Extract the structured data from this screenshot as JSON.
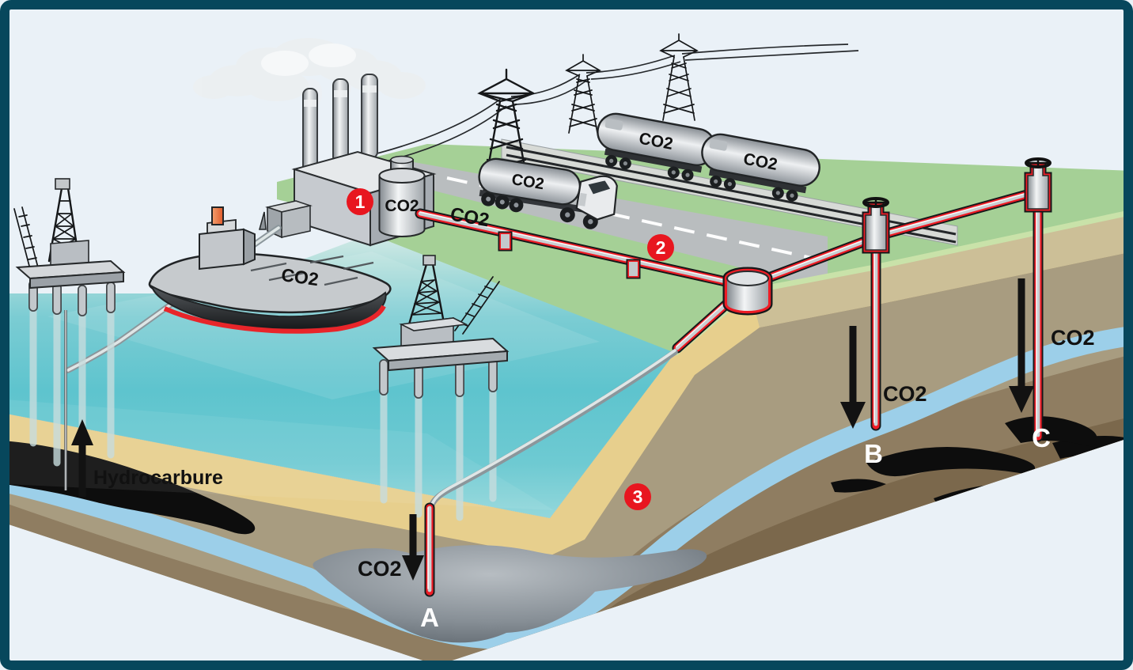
{
  "scene": {
    "source": {
      "marker": "1",
      "tank_label": "CO2"
    },
    "transport": {
      "marker": "2",
      "pipeline_label": "CO2",
      "truck_label": "CO2",
      "wagon1_label": "CO2",
      "wagon2_label": "CO2",
      "ship_label": "CO2"
    },
    "storage": {
      "marker": "3",
      "well_a": {
        "letter": "A",
        "co2": "CO2"
      },
      "well_b": {
        "letter": "B",
        "co2": "CO2"
      },
      "well_c": {
        "letter": "C",
        "co2": "CO2"
      }
    },
    "production": {
      "hydrocarbon_label": "Hydrocarbure"
    },
    "colors": {
      "frame": "#07475c",
      "sky": "#eaf1f7",
      "grass": "#a5d096",
      "road": "#b9bdbf",
      "sea": "#5ec4ce",
      "shore": "#dde8a2",
      "sand": "#e7cf8d",
      "soil_light": "#a89c80",
      "soil_mid": "#8f7d61",
      "soil_dark": "#7b684c",
      "aquifer_blue": "#9ccfe9",
      "oil_black": "#0d0d0d",
      "reservoir_gray": "#868e95",
      "pipeline_red": "#ee1c25",
      "marker_red": "#e8161f",
      "steel": "#c3c8cc"
    }
  }
}
